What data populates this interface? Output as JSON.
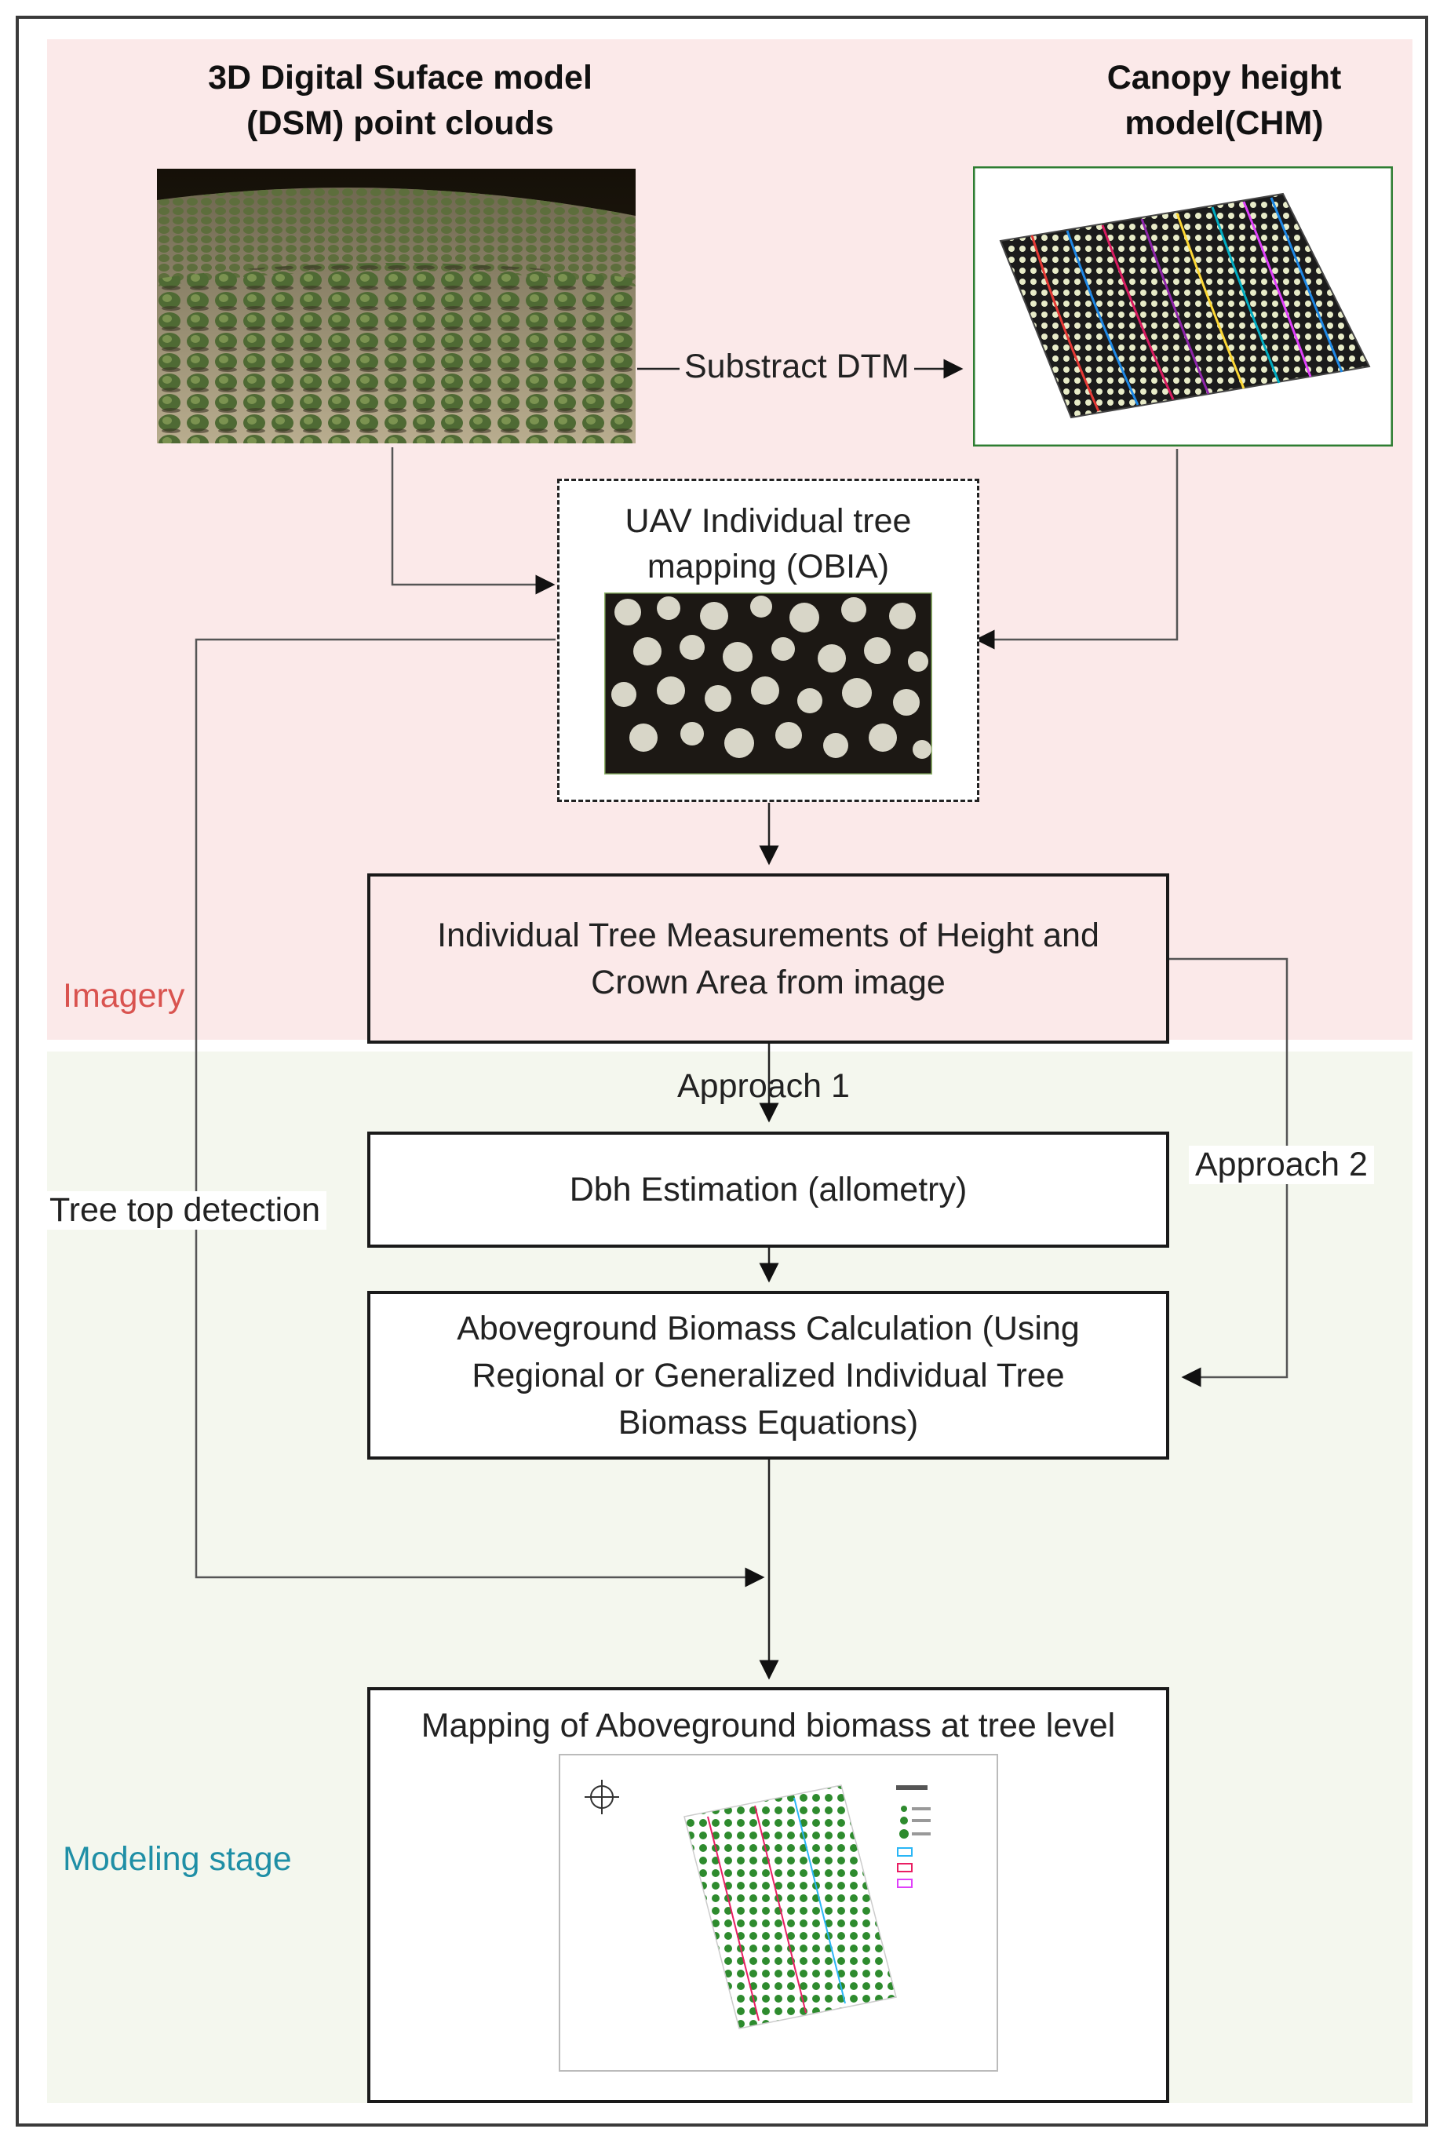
{
  "headings": {
    "dsm": "3D Digital Suface model (DSM) point clouds",
    "chm": "Canopy height model(CHM)"
  },
  "labels": {
    "substract": "Substract DTM",
    "uav": "UAV Individual tree mapping (OBIA)",
    "approach1": "Approach 1",
    "approach2": "Approach 2",
    "tree_top": "Tree top detection"
  },
  "boxes": {
    "measurements": "Individual Tree Measurements of Height and Crown Area from image",
    "dbh": "Dbh Estimation (allometry)",
    "agb": "Aboveground Biomass Calculation (Using Regional or Generalized Individual Tree Biomass Equations)",
    "mapping": "Mapping of Aboveground biomass at tree level"
  },
  "zones": {
    "imagery": "Imagery",
    "modeling": "Modeling stage"
  },
  "colors": {
    "imagery_bg": "#fbe9e9",
    "modeling_bg": "#f4f7ee",
    "imagery_label": "#d9534f",
    "modeling_label": "#1f8fa6"
  }
}
